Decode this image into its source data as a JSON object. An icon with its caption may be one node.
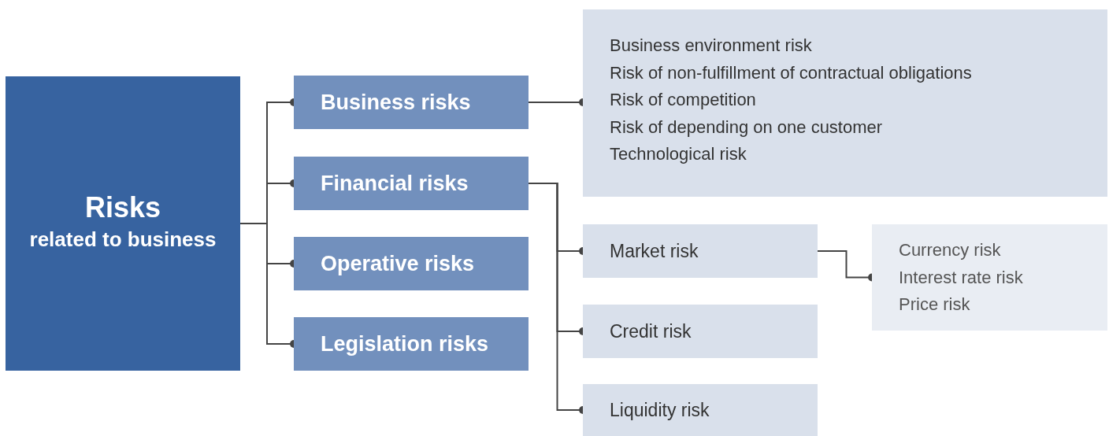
{
  "diagram": {
    "nodes": [
      {
        "text": [
          "Risks",
          "related to business"
        ]
      },
      {
        "text": [
          "Business risks"
        ]
      },
      {
        "text": [
          "Financial risks"
        ]
      },
      {
        "text": [
          "Operative risks"
        ]
      },
      {
        "text": [
          "Legislation risks"
        ]
      },
      {
        "text": [
          "Business environment risk",
          "Risk of non-fulfillment of contractual obligations",
          "Risk of competition",
          "Risk of depending on one customer",
          "Technological risk"
        ]
      },
      {
        "text": [
          "Market risk"
        ]
      },
      {
        "text": [
          "Credit risk"
        ]
      },
      {
        "text": [
          "Liquidity risk"
        ]
      },
      {
        "text": [
          "Currency risk",
          "Interest rate risk",
          "Price risk"
        ]
      }
    ],
    "edges": [
      {
        "from": 0,
        "to": 1,
        "arrow": "other"
      },
      {
        "from": 0,
        "to": 2,
        "arrow": "other"
      },
      {
        "from": 0,
        "to": 3,
        "arrow": "other"
      },
      {
        "from": 0,
        "to": 4,
        "arrow": "other"
      },
      {
        "from": 1,
        "to": 5,
        "arrow": "other"
      },
      {
        "from": 2,
        "to": 6,
        "arrow": "other"
      },
      {
        "from": 2,
        "to": 7,
        "arrow": "other"
      },
      {
        "from": 2,
        "to": 8,
        "arrow": "other"
      },
      {
        "from": 6,
        "to": 9,
        "arrow": "other"
      }
    ]
  }
}
